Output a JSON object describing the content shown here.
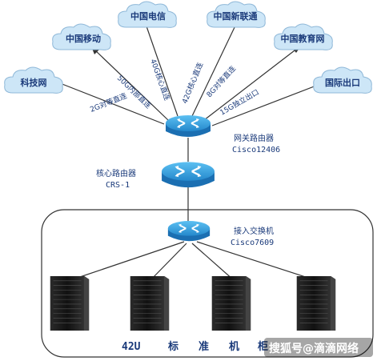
{
  "clouds": [
    {
      "id": "keji",
      "label": "科技网"
    },
    {
      "id": "mobile",
      "label": "中国移动"
    },
    {
      "id": "telecom",
      "label": "中国电信"
    },
    {
      "id": "unicom",
      "label": "中国新联通"
    },
    {
      "id": "edu",
      "label": "中国教育网"
    },
    {
      "id": "intl",
      "label": "国际出口"
    }
  ],
  "links": [
    {
      "id": "l1",
      "label": "2G对等直连"
    },
    {
      "id": "l2",
      "label": "50G内部直连"
    },
    {
      "id": "l3",
      "label": "40G核心直连"
    },
    {
      "id": "l4",
      "label": "42G核心直连"
    },
    {
      "id": "l5",
      "label": "8G对等直连"
    },
    {
      "id": "l6",
      "label": "15G独立出口"
    }
  ],
  "routers": {
    "gateway": {
      "name": "网关路由器",
      "model": "Cisco12406"
    },
    "core": {
      "name": "核心路由器",
      "model": "CRS-1"
    },
    "access": {
      "name": "接入交换机",
      "model": "Cisco7609"
    }
  },
  "racks": {
    "caption_parts": [
      "42U",
      "标",
      "准",
      "机",
      "柜"
    ]
  },
  "watermark": "搜狐号@滴滴网络",
  "colors": {
    "cloud_fill": "#cde6f7",
    "router_top": "#3aa0e0",
    "router_side": "#1b6fb2",
    "text": "#1a3a7a"
  }
}
